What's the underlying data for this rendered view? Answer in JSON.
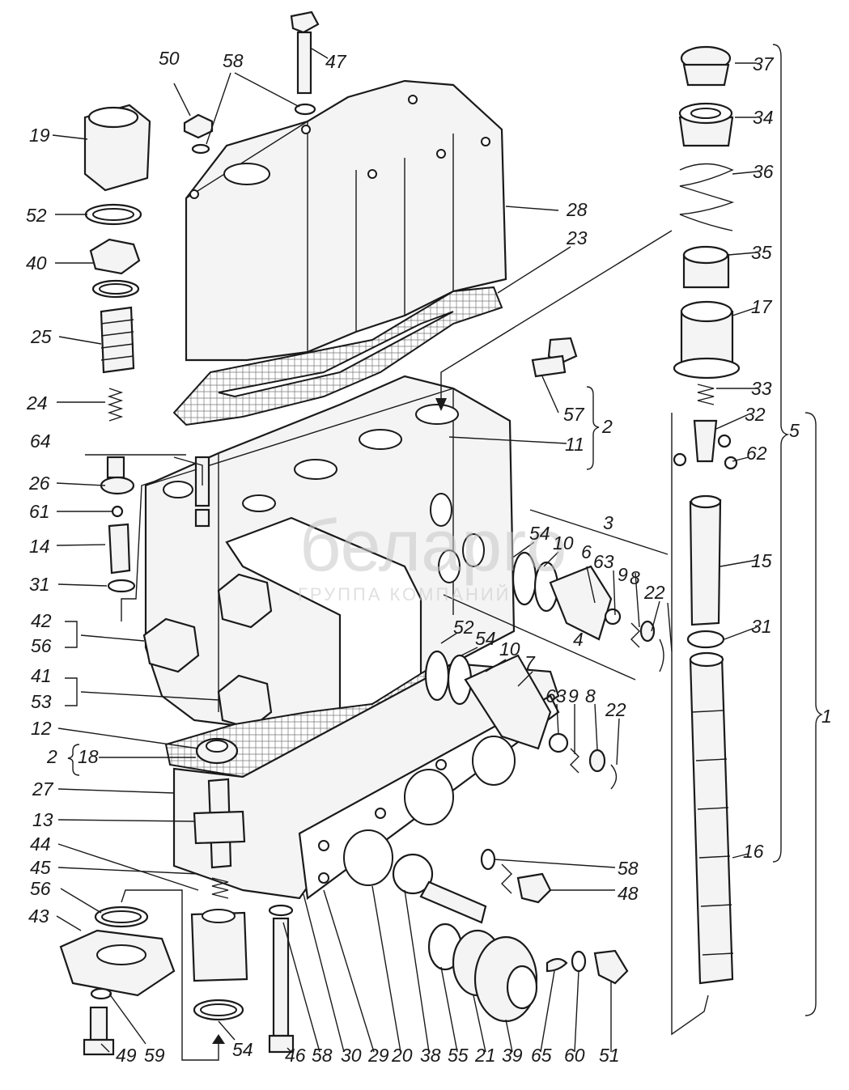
{
  "labels": {
    "l37": "37",
    "l34": "34",
    "l36": "36",
    "l35": "35",
    "l17": "17",
    "l33": "33",
    "l32": "32",
    "l62": "62",
    "l15": "15",
    "l31r": "31",
    "l16": "16",
    "l5": "5",
    "l1": "1",
    "l50": "50",
    "l58t": "58",
    "l47": "47",
    "l19": "19",
    "l28": "28",
    "l23": "23",
    "l52l": "52",
    "l40": "40",
    "l25": "25",
    "l24": "24",
    "l57": "57",
    "l2r": "2",
    "l11": "11",
    "l64": "64",
    "l26": "26",
    "l61": "61",
    "l14": "14",
    "l31l": "31",
    "l42": "42",
    "l56l": "56",
    "l41": "41",
    "l53": "53",
    "l3": "3",
    "l54a": "54",
    "l10a": "10",
    "l6": "6",
    "l63a": "63",
    "l9a": "9",
    "l8a": "8",
    "l22a": "22",
    "l4": "4",
    "l52b": "52",
    "l54b": "54",
    "l10b": "10",
    "l7": "7",
    "l63b": "63",
    "l9b": "9",
    "l8b": "8",
    "l22b": "22",
    "l12": "12",
    "l2l": "2",
    "l18": "18",
    "l27": "27",
    "l13": "13",
    "l44": "44",
    "l45": "45",
    "l56b": "56",
    "l43": "43",
    "l58r": "58",
    "l48": "48",
    "l49": "49",
    "l59": "59",
    "l54c": "54",
    "l46": "46",
    "l58b": "58",
    "l30": "30",
    "l29": "29",
    "l20": "20",
    "l38": "38",
    "l55": "55",
    "l21": "21",
    "l39": "39",
    "l65": "65",
    "l60": "60",
    "l51": "51"
  },
  "watermark": {
    "brand": "белаpro",
    "sub": "ГРУППА КОМПАНИЙ"
  }
}
